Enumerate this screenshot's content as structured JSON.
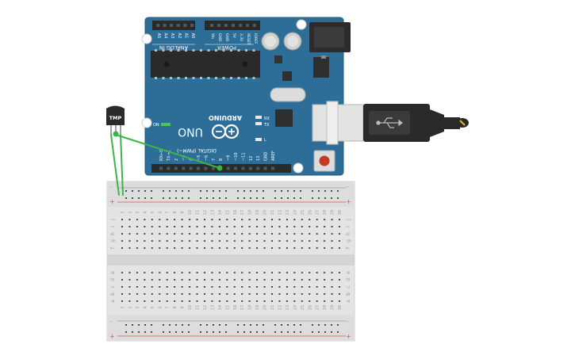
{
  "sensor": {
    "label": "TMP"
  },
  "arduino": {
    "brand": "ARDUINO",
    "model": "UNO",
    "on_label": "ON",
    "l_label": "L",
    "tx_label": "TX",
    "rx_label": "RX",
    "digital_label": "DIGITAL (PWM~)",
    "analog_label": "ANALOG IN",
    "power_label": "POWER",
    "analog_pins": [
      "A0",
      "A1",
      "A2",
      "A3",
      "A4",
      "A5"
    ],
    "power_pins": [
      "IOREF",
      "RESET",
      "3.3V",
      "5V",
      "GND",
      "GND",
      "Vin"
    ],
    "digital_pins": [
      "AREF",
      "GND",
      "13",
      "12",
      "~11",
      "~10",
      "~9",
      "8",
      "7",
      "~6",
      "~5",
      "4",
      "~3",
      "2",
      "TX→1",
      "RX←0"
    ]
  },
  "breadboard": {
    "row_letters_top": [
      "j",
      "i",
      "h",
      "g",
      "f"
    ],
    "row_letters_bottom": [
      "e",
      "d",
      "c",
      "b",
      "a"
    ],
    "columns": [
      "1",
      "2",
      "3",
      "4",
      "5",
      "6",
      "7",
      "8",
      "9",
      "10",
      "11",
      "12",
      "13",
      "14",
      "15",
      "16",
      "17",
      "18",
      "19",
      "20",
      "21",
      "22",
      "23",
      "24",
      "25",
      "26",
      "27",
      "28",
      "29",
      "30"
    ],
    "plus": "+",
    "minus": "-"
  },
  "colors": {
    "board": "#2d6e98",
    "board_dark": "#1f5578",
    "wire": "#3bb44a",
    "breadboard": "#e6e6e6",
    "rail_red": "#d9534f"
  }
}
